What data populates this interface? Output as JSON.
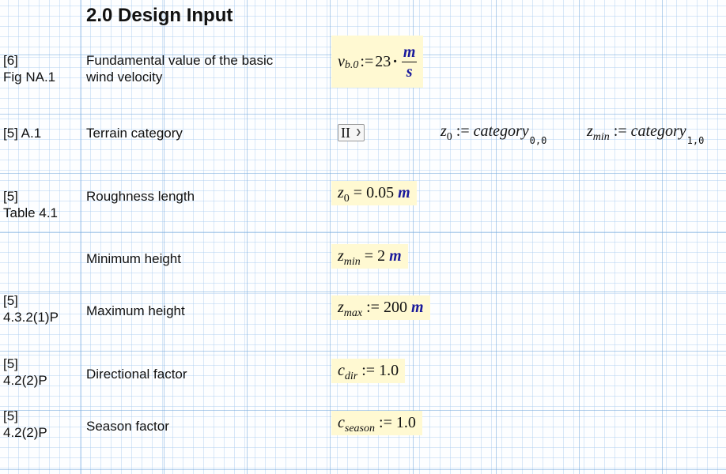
{
  "section_title": "2.0 Design Input",
  "rows": {
    "wind": {
      "ref_line1": "[6]",
      "ref_line2": "Fig NA.1",
      "desc_line1": "Fundamental value of the basic",
      "desc_line2": "wind velocity",
      "var": "v",
      "sub": "b.0",
      "op": ":=",
      "value": "23",
      "dot": "·",
      "unit_num": "m",
      "unit_den": "s"
    },
    "terrain": {
      "ref": "[5]  A.1",
      "desc": "Terrain category",
      "selected": "II",
      "z0_var": "z",
      "z0_sub": "0",
      "op": ":=",
      "z0_rhs": "category",
      "z0_idx": "0,0",
      "zmin_var": "z",
      "zmin_sub": "min",
      "zmin_rhs": "category",
      "zmin_idx": "1,0"
    },
    "roughness": {
      "ref_line1": "[5]",
      "ref_line2": "Table 4.1",
      "desc": "Roughness length",
      "var": "z",
      "sub": "0",
      "op": "=",
      "value": "0.05",
      "unit": "m"
    },
    "min_height": {
      "desc": "Minimum height",
      "var": "z",
      "sub": "min",
      "op": "=",
      "value": "2",
      "unit": "m"
    },
    "max_height": {
      "ref_line1": "[5]",
      "ref_line2": "4.3.2(1)P",
      "desc": "Maximum height",
      "var": "z",
      "sub": "max",
      "op": ":=",
      "value": "200",
      "unit": "m"
    },
    "directional": {
      "ref_line1": "[5]",
      "ref_line2": "4.2(2)P",
      "desc": "Directional factor",
      "var": "c",
      "sub": "dir",
      "op": ":=",
      "value": "1.0"
    },
    "season": {
      "ref_line1": "[5]",
      "ref_line2": "4.2(2)P",
      "desc": "Season factor",
      "var": "c",
      "sub": "season",
      "op": ":=",
      "value": "1.0"
    }
  },
  "colors": {
    "region_bg": "#fff9d2",
    "unit": "#1a1a9c",
    "grid": "#a9cdf0"
  }
}
